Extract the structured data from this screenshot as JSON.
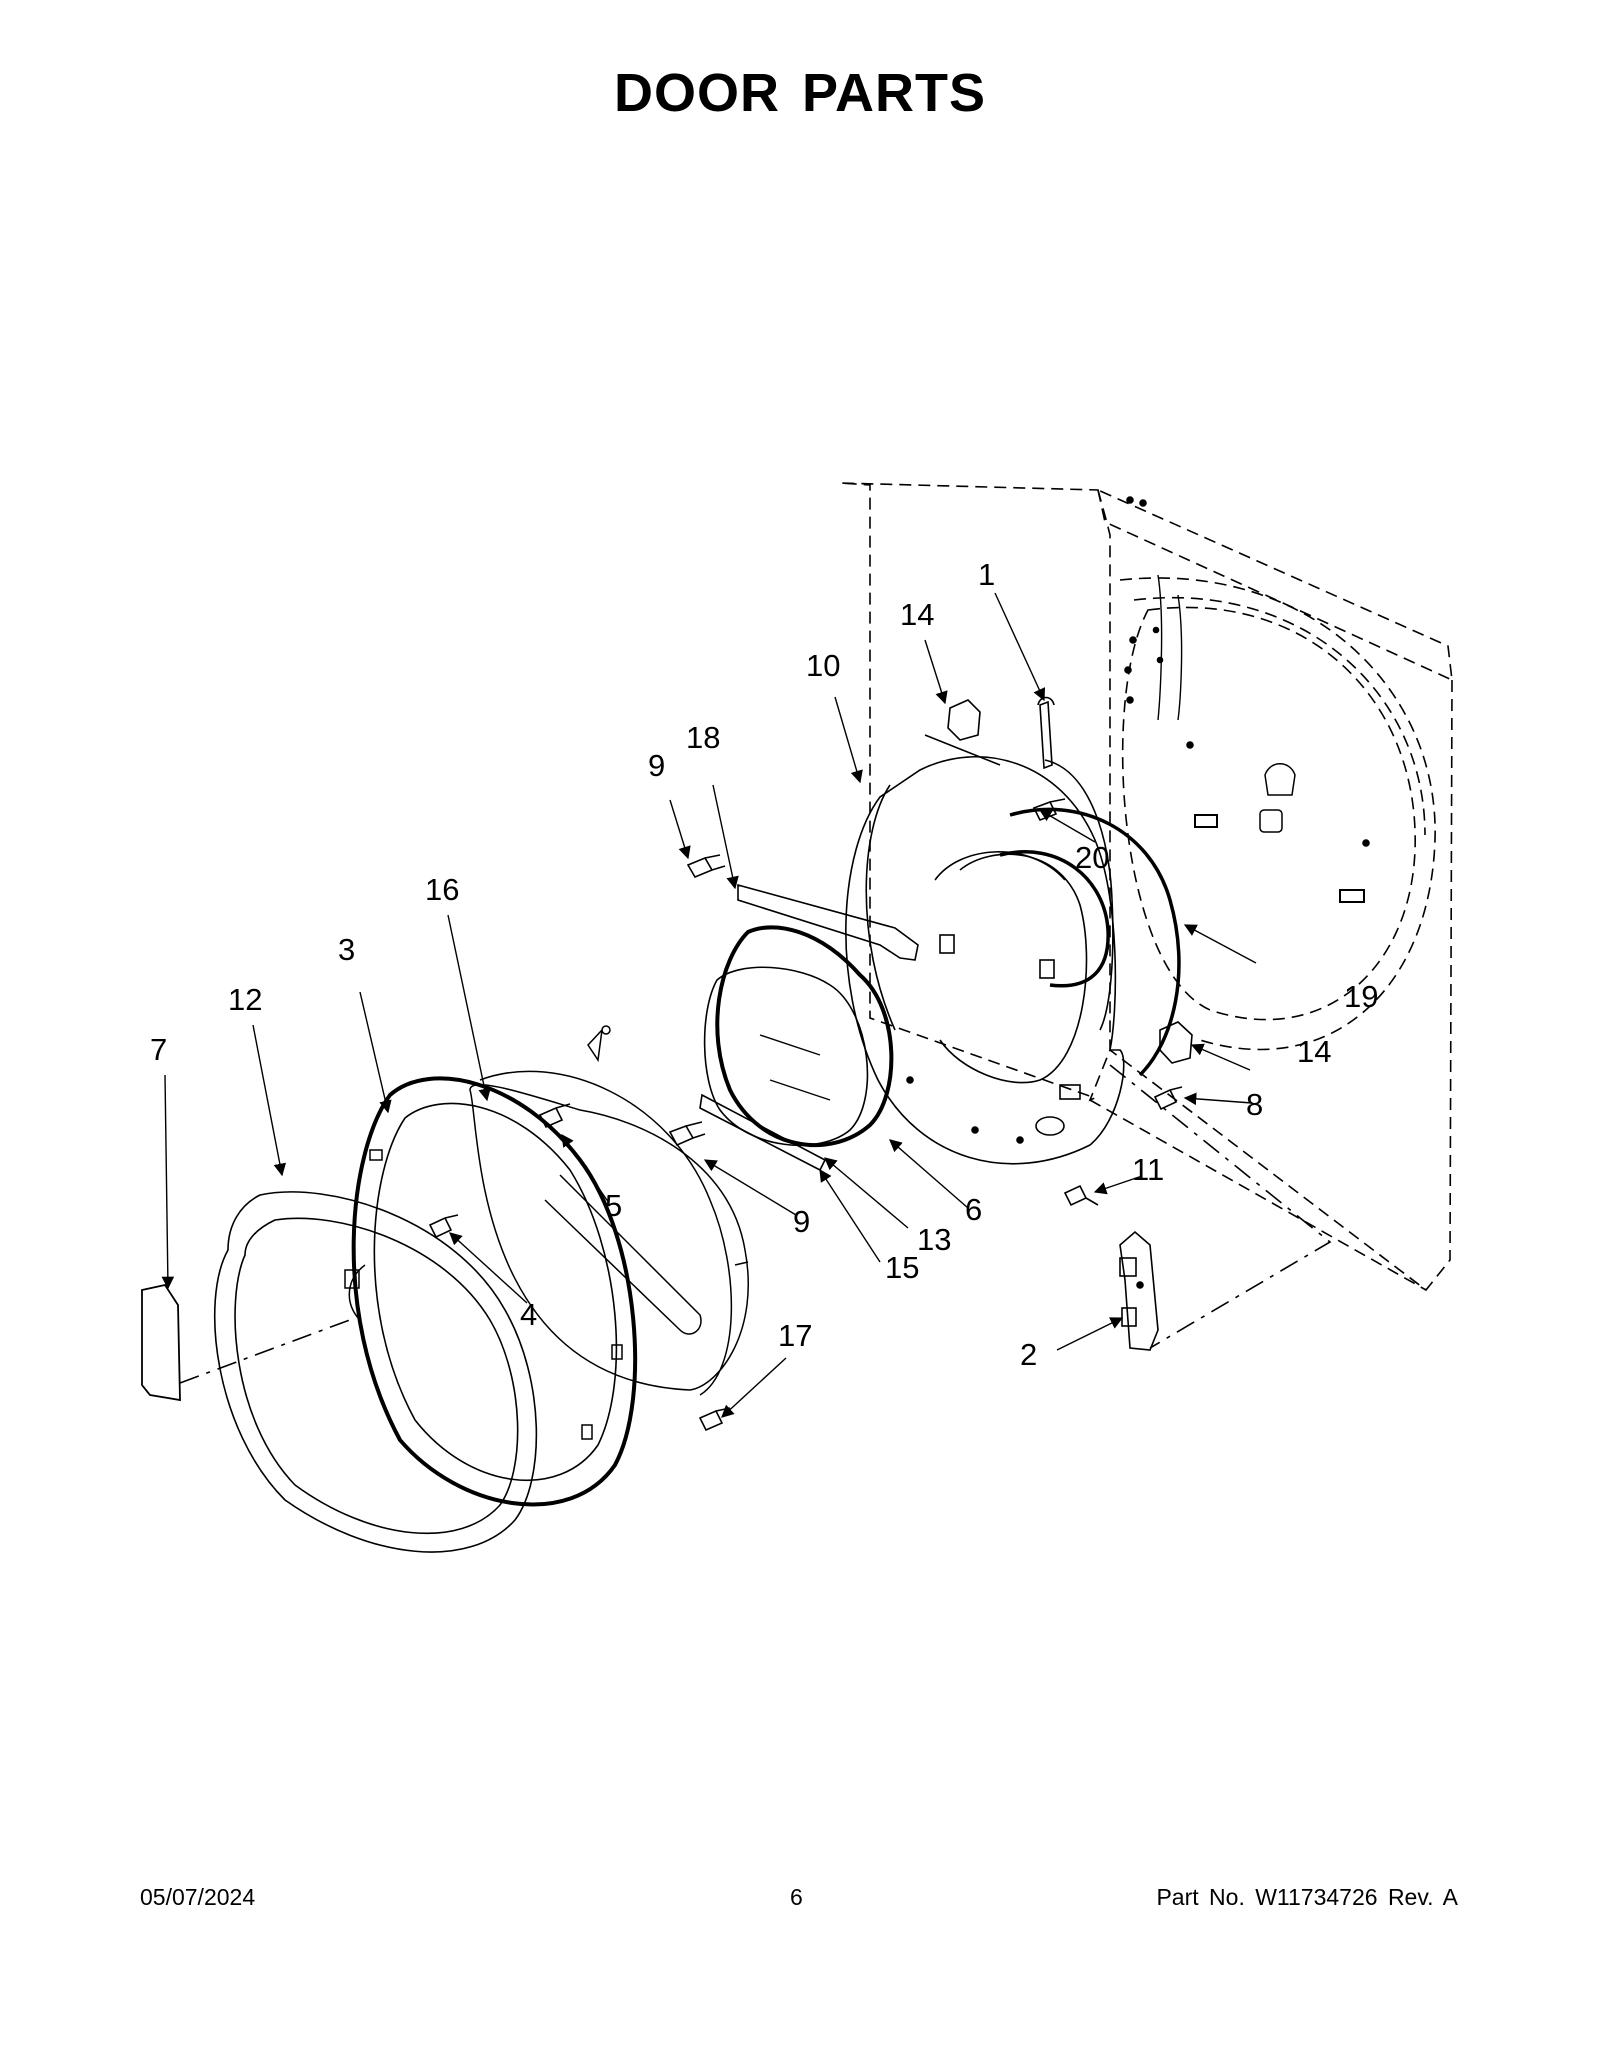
{
  "page": {
    "title": "DOOR PARTS",
    "footer": {
      "date": "05/07/2024",
      "page_number": "6",
      "part_number": "Part No.  W11734726  Rev.  A"
    }
  },
  "callouts": {
    "c1": "1",
    "c2": "2",
    "c3": "3",
    "c4": "4",
    "c5": "5",
    "c6": "6",
    "c7": "7",
    "c8": "8",
    "c9a": "9",
    "c9b": "9",
    "c10": "10",
    "c11": "11",
    "c12": "12",
    "c13": "13",
    "c14a": "14",
    "c14b": "14",
    "c15": "15",
    "c16": "16",
    "c17": "17",
    "c18": "18",
    "c19": "19",
    "c20": "20"
  }
}
